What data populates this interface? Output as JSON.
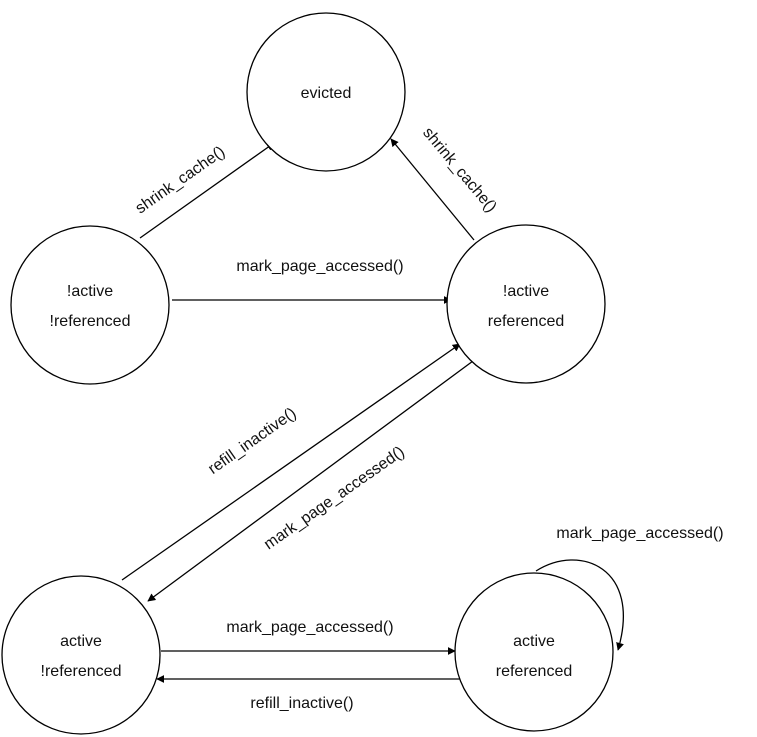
{
  "states": {
    "evicted": {
      "lines": [
        "evicted"
      ]
    },
    "inactive_unreferenced": {
      "lines": [
        "!active",
        "!referenced"
      ]
    },
    "inactive_referenced": {
      "lines": [
        "!active",
        "referenced"
      ]
    },
    "active_unreferenced": {
      "lines": [
        "active",
        "!referenced"
      ]
    },
    "active_referenced": {
      "lines": [
        "active",
        "referenced"
      ]
    }
  },
  "transitions": {
    "shrink_left": "shrink_cache()",
    "shrink_right": "shrink_cache()",
    "inactive_mark": "mark_page_accessed()",
    "refill_up": "refill_inactive()",
    "mark_down": "mark_page_accessed()",
    "active_mark": "mark_page_accessed()",
    "active_refill": "refill_inactive()",
    "self_loop": "mark_page_accessed()"
  },
  "colors": {
    "stroke": "#000000",
    "background": "#ffffff"
  }
}
